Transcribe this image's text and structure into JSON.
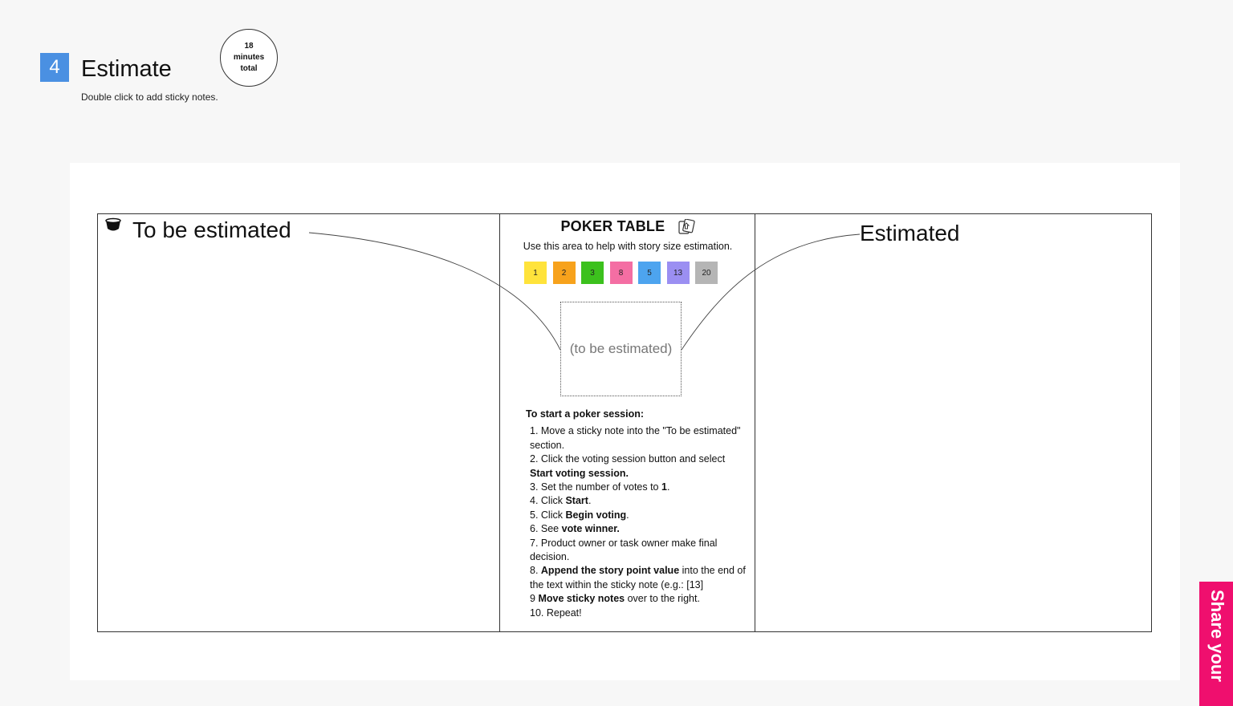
{
  "section": {
    "number": "4",
    "title": "Estimate",
    "timer": [
      "18",
      "minutes",
      "total"
    ],
    "subtitle": "Double click to add sticky notes."
  },
  "columns": {
    "left_title": "To be estimated",
    "right_title": "Estimated"
  },
  "poker": {
    "title": "POKER TABLE",
    "description": "Use this area to help with story size estimation.",
    "cards": [
      {
        "label": "1",
        "color": "#ffe33b"
      },
      {
        "label": "2",
        "color": "#f7a21c"
      },
      {
        "label": "3",
        "color": "#3cc11d"
      },
      {
        "label": "8",
        "color": "#f46ea3"
      },
      {
        "label": "5",
        "color": "#4da4ef"
      },
      {
        "label": "13",
        "color": "#9b8ff2"
      },
      {
        "label": "20",
        "color": "#b5b5b5"
      }
    ],
    "placeholder": "(to be estimated)",
    "instructions_heading": "To start a poker session:",
    "steps": [
      [
        {
          "t": "1.  Move a sticky note into the \"To be estimated\" section."
        }
      ],
      [
        {
          "t": "2. Click the voting session button and select "
        },
        {
          "t": "Start voting session.",
          "b": true
        }
      ],
      [
        {
          "t": "3. Set the number of votes to "
        },
        {
          "t": "1",
          "b": true
        },
        {
          "t": "."
        }
      ],
      [
        {
          "t": "4. Click "
        },
        {
          "t": "Start",
          "b": true
        },
        {
          "t": "."
        }
      ],
      [
        {
          "t": "5. Click "
        },
        {
          "t": "Begin voting",
          "b": true
        },
        {
          "t": "."
        }
      ],
      [
        {
          "t": "6. See "
        },
        {
          "t": "vote winner.",
          "b": true
        }
      ],
      [
        {
          "t": "7. Product owner or task owner make final decision."
        }
      ],
      [
        {
          "t": "8. "
        },
        {
          "t": "Append the story point value",
          "b": true
        },
        {
          "t": " into the end of the text within the sticky note (e.g.: [13]"
        }
      ],
      [
        {
          "t": "9 "
        },
        {
          "t": "Move sticky notes",
          "b": true
        },
        {
          "t": " over to the right."
        }
      ],
      [
        {
          "t": "10. Repeat!"
        }
      ]
    ]
  },
  "share_tab": "Share your",
  "colors": {
    "accent": "#4a90e2",
    "share": "#ef0f6e"
  },
  "icons": {
    "left_column": "cup-icon",
    "poker": "playing-cards-icon"
  }
}
